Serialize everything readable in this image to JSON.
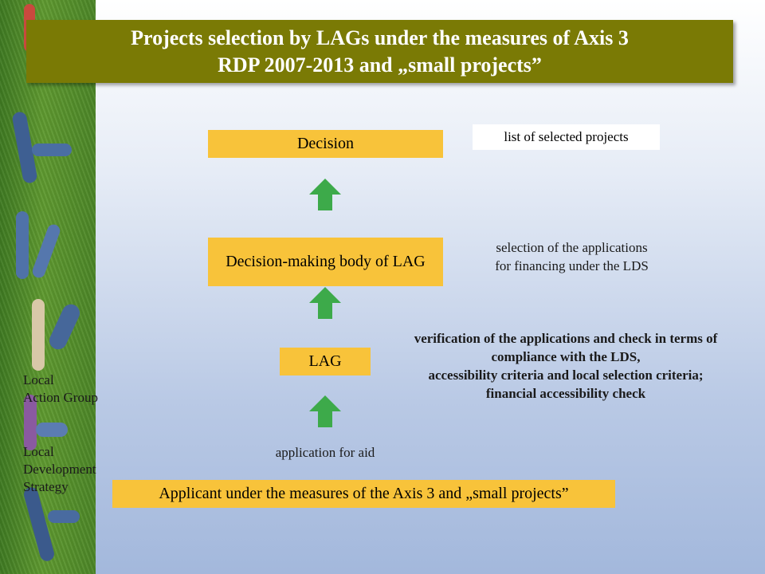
{
  "title": {
    "line1": "Projects selection by LAGs under the measures of Axis 3",
    "line2": "RDP 2007-2013 and „small projects”"
  },
  "boxes": {
    "decision": "Decision",
    "decision_making_body": "Decision-making body of LAG",
    "lag": "LAG",
    "list_selected": "list of selected projects",
    "applicant": "Applicant under the measures of the Axis 3 and „small projects”"
  },
  "notes": {
    "selection_line1": "selection of the applications",
    "selection_line2": "for financing under the LDS",
    "verification_line1": "verification of the applications and check in terms of",
    "verification_line2": "compliance with the LDS,",
    "verification_line3": "accessibility criteria and local selection criteria;",
    "verification_line4": "financial accessibility check",
    "application_for_aid": "application for aid"
  },
  "side_labels": {
    "lag_line1": "Local",
    "lag_line2": "Action Group",
    "lds_line1": "Local",
    "lds_line2": "Development",
    "lds_line3": "Strategy"
  },
  "colors": {
    "title_bg": "#7a7a05",
    "box_yellow": "#f8c33a",
    "arrow_green": "#3daa4a"
  },
  "icons": [
    "up-arrow-icon"
  ]
}
